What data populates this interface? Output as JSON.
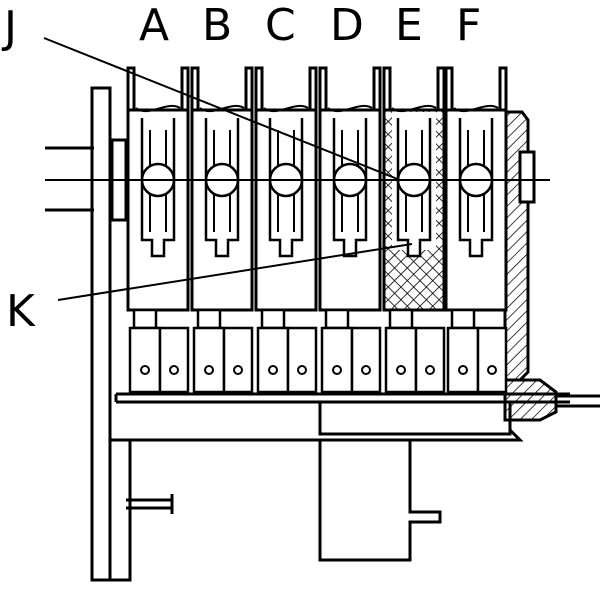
{
  "labels": {
    "J": "J",
    "A": "A",
    "B": "B",
    "C": "C",
    "D": "D",
    "E": "E",
    "F": "F",
    "K": "K"
  },
  "colors": {
    "ink": "#000000",
    "paper": "#ffffff"
  }
}
